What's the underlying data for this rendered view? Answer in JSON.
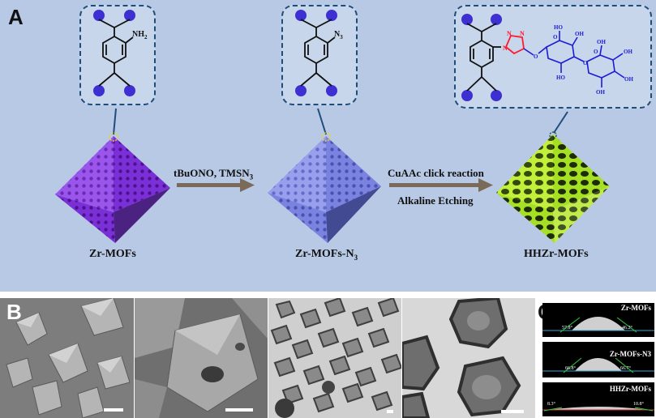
{
  "panels": {
    "a": "A",
    "b": "B",
    "c": "C"
  },
  "materials": {
    "zr_mofs": "Zr-MOFs",
    "zr_mofs_n3": "Zr-MOFs-N",
    "zr_mofs_n3_sub": "3",
    "hhzr_mofs": "HHZr-MOFs"
  },
  "arrows": {
    "step1_text": "tBuONO, TMSN",
    "step1_sub": "3",
    "step2_line1": "CuAAc click reaction",
    "step2_line2": "Alkaline Etching"
  },
  "molecules": {
    "nh2": "NH",
    "nh2_sub": "2",
    "n3": "N",
    "n3_sub": "3",
    "triazole_n": "N",
    "o": "O",
    "oh": "OH",
    "ho": "HO"
  },
  "contact_angle": {
    "labels": [
      "Zr-MOFs",
      "Zr-MOFs-N3",
      "HHZr-MOFs"
    ],
    "angles": [
      "57.8°",
      "46.2°",
      "66.8°",
      "66.7°",
      "8.3°",
      "10.8°"
    ]
  },
  "colors": {
    "panel_a_bg": "#b7c9e5",
    "zr_mofs": "#7b2fd6",
    "zr_mofs_n3": "#7a83e0",
    "hhzr_mofs": "#9fdc1f",
    "arrow": "#7b6a58",
    "molecule_balls": "#3d2fd1",
    "triazole": "#ff1a2e",
    "sugar": "#1c1cd6"
  }
}
